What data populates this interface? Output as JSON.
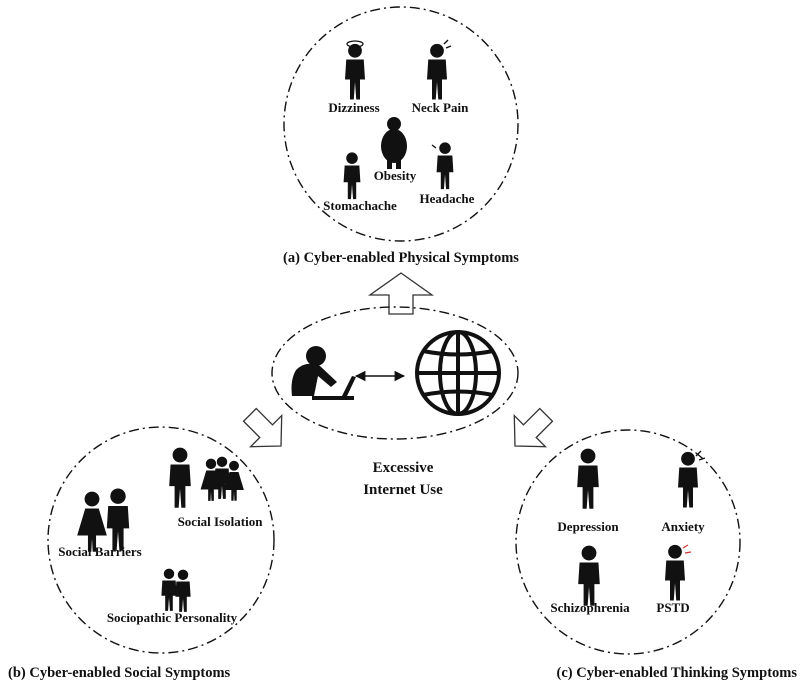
{
  "physical": {
    "caption": "(a) Cyber-enabled Physical Symptoms",
    "items": [
      "Dizziness",
      "Neck Pain",
      "Obesity",
      "Stomachache",
      "Headache"
    ]
  },
  "center": {
    "line1": "Excessive",
    "line2": "Internet Use"
  },
  "social": {
    "caption": "(b) Cyber-enabled Social Symptoms",
    "items": [
      "Social Isolation",
      "Social Barriers",
      "Sociopathic Personality"
    ]
  },
  "thinking": {
    "caption": "(c) Cyber-enabled Thinking Symptoms",
    "items": [
      "Depression",
      "Anxiety",
      "Schizophrenia",
      "PSTD"
    ]
  },
  "colors": {
    "ink": "#111111",
    "background": "#ffffff"
  },
  "icons": [
    "person-at-laptop-icon",
    "globe-icon",
    "double-arrow-icon",
    "hollow-arrow-icon",
    "person-pictogram-icon"
  ]
}
